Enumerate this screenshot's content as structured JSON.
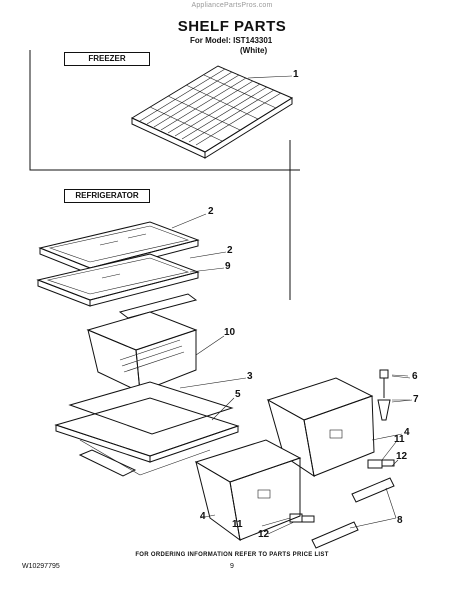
{
  "watermark": "AppliancePartsPros.com",
  "header": {
    "title": "SHELF PARTS",
    "model_line": "For Model: IST143301",
    "color_line": "(White)"
  },
  "sections": {
    "freezer": "FREEZER",
    "refrigerator": "REFRIGERATOR"
  },
  "callouts": [
    "1",
    "2",
    "2",
    "9",
    "10",
    "3",
    "5",
    "6",
    "7",
    "4",
    "11",
    "12",
    "8",
    "4",
    "11",
    "12"
  ],
  "footer": {
    "note": "FOR ORDERING INFORMATION REFER TO PARTS PRICE LIST",
    "doc_number": "W10297795",
    "page": "9"
  }
}
